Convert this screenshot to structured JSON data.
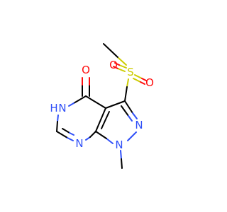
{
  "molecule": {
    "atoms": {
      "O_carbonyl": {
        "label": "O"
      },
      "S": {
        "label": "S"
      },
      "O_s1": {
        "label": "O"
      },
      "O_s2": {
        "label": "O"
      },
      "NH": {
        "label": "N",
        "h": "H"
      },
      "N_pyrazole": {
        "label": "N"
      },
      "N_pyrimidine": {
        "label": "N"
      },
      "N_methyl": {
        "label": "N"
      }
    },
    "colors": {
      "carbon_bond": "#000000",
      "oxygen": "#ff0d0d",
      "nitrogen": "#3050f8",
      "sulfur": "#cccc00"
    }
  }
}
